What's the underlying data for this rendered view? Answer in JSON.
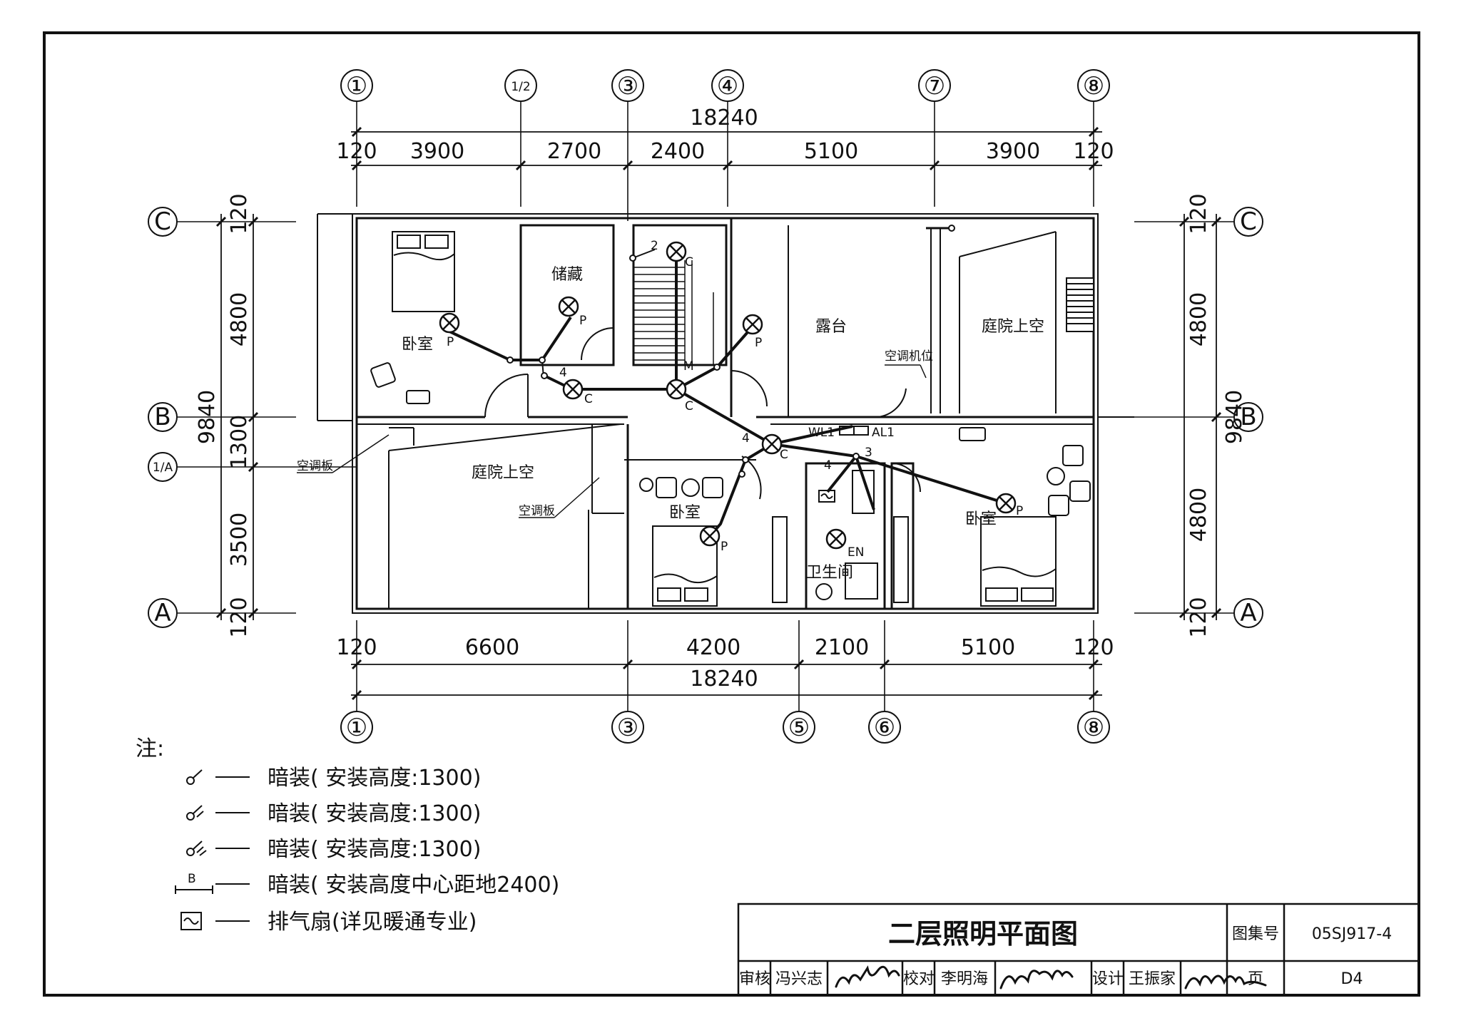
{
  "drawing": {
    "axes_top": [
      "①",
      "1/2",
      "③",
      "④",
      "⑦",
      "⑧"
    ],
    "axes_bottom": [
      "①",
      "③",
      "⑤",
      "⑥",
      "⑧"
    ],
    "axes_left": [
      "C",
      "B",
      "1/A",
      "A"
    ],
    "axes_right": [
      "C",
      "B",
      "A"
    ],
    "top_total": "18240",
    "top_dims": [
      "120",
      "3900",
      "2700",
      "2400",
      "5100",
      "3900",
      "120"
    ],
    "bottom_total": "18240",
    "bottom_dims": [
      "120",
      "6600",
      "4200",
      "2100",
      "5100",
      "120"
    ],
    "left_total": "9840",
    "left_dims": [
      "120",
      "4800",
      "1300",
      "3500",
      "120"
    ],
    "right_total": "9840",
    "right_dims": [
      "120",
      "4800",
      "4800",
      "120"
    ],
    "rooms": {
      "bedroom_nw": "卧室",
      "storage": "储藏",
      "terrace": "露台",
      "court_ne": "庭院上空",
      "court_sw": "庭院上空",
      "bedroom_s": "卧室",
      "bathroom": "卫生间",
      "bedroom_se": "卧室"
    },
    "annotations": {
      "ac_position": "空调机位",
      "ac_board_1": "空调板",
      "ac_board_2": "空调板",
      "wl1": "WL1",
      "al1": "AL1",
      "en": "EN",
      "mark_p": "P",
      "mark_c": "C",
      "mark_m": "M",
      "num_4": "4",
      "num_2": "2",
      "num_3": "3"
    }
  },
  "notes": {
    "heading": "注:",
    "items": [
      {
        "symbol": "switch-1-icon",
        "text": "暗装( 安装高度:1300)"
      },
      {
        "symbol": "switch-2-icon",
        "text": "暗装( 安装高度:1300)"
      },
      {
        "symbol": "switch-3-icon",
        "text": "暗装( 安装高度:1300)"
      },
      {
        "symbol": "socket-b-icon",
        "symbol_label": "B",
        "text": "暗装( 安装高度中心距地2400)"
      },
      {
        "symbol": "exhaust-fan-icon",
        "text": "排气扇(详见暖通专业)"
      }
    ]
  },
  "title_block": {
    "title": "二层照明平面图",
    "atlas_label": "图集号",
    "atlas_no": "05SJ917-4",
    "page_label": "页",
    "page_no": "D4",
    "review_label": "审核",
    "reviewer": "冯兴志",
    "check_label": "校对",
    "checker": "李明海",
    "design_label": "设计",
    "designer": "王振家"
  }
}
